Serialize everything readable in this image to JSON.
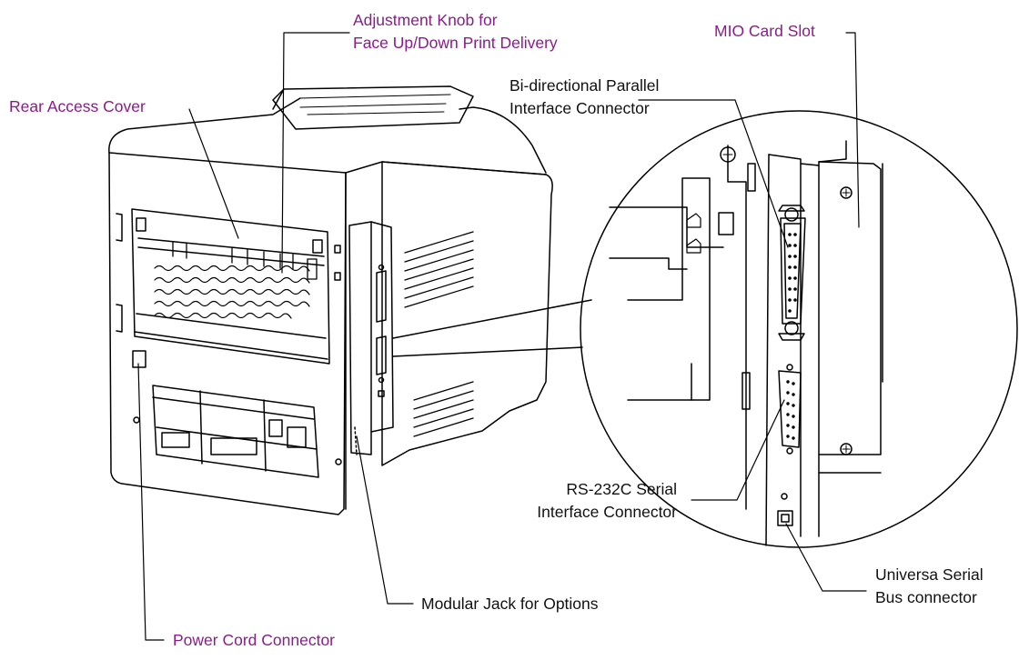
{
  "colors": {
    "callout_highlight": "#8B1C8B",
    "callout_default": "#111111",
    "line_art": "#000000",
    "background": "#ffffff"
  },
  "callouts": {
    "adjustment_knob": {
      "line1": "Adjustment Knob for",
      "line2": "Face Up/Down Print Delivery"
    },
    "mio_card_slot": {
      "line1": "MIO Card Slot"
    },
    "rear_access_cover": {
      "line1": "Rear Access Cover"
    },
    "parallel_interface": {
      "line1": "Bi-directional Parallel",
      "line2": "Interface Connector"
    },
    "serial_interface": {
      "line1": "RS-232C Serial",
      "line2": "Interface Connector"
    },
    "usb_connector": {
      "line1": "Universa Serial",
      "line2": "Bus connector"
    },
    "modular_jack": {
      "line1": "Modular Jack for Options"
    },
    "power_cord": {
      "line1": "Power Cord Connector"
    }
  }
}
